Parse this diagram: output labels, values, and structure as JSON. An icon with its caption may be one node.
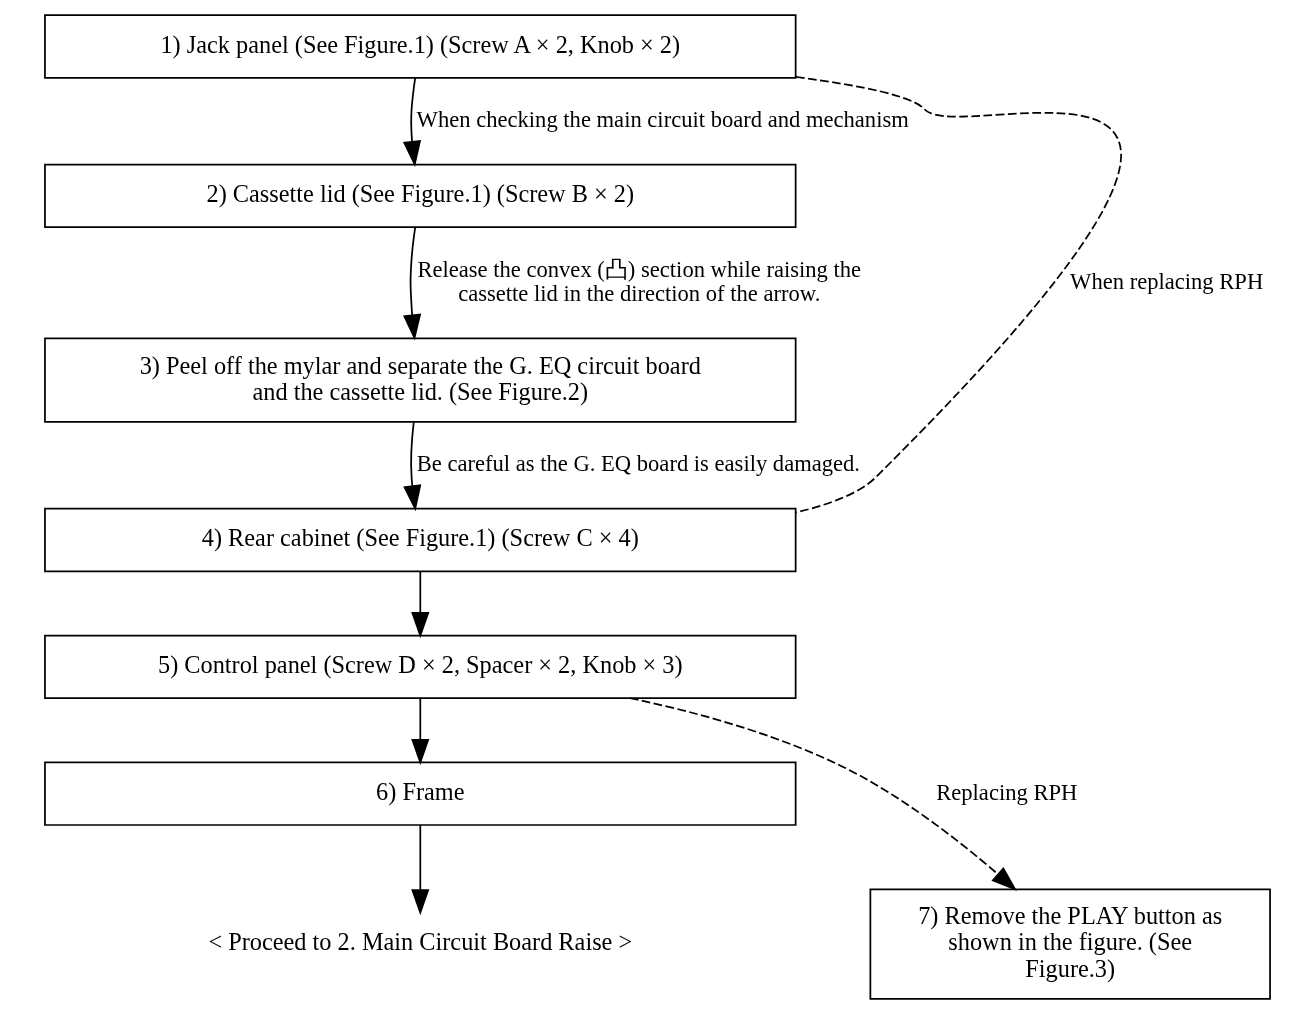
{
  "diagram": {
    "nodes": [
      {
        "text": [
          "1) Jack panel (See Figure.1) (Screw A × 2, Knob × 2)"
        ]
      },
      {
        "text": [
          "2) Cassette lid (See Figure.1) (Screw B × 2)"
        ]
      },
      {
        "text": [
          "3) Peel off the mylar and separate the G. EQ circuit board and the cassette lid. (See Figure.2)"
        ]
      },
      {
        "text": [
          "4) Rear cabinet (See Figure.1) (Screw C × 4)"
        ]
      },
      {
        "text": [
          "5) Control panel (Screw D × 2, Spacer × 2, Knob × 3)"
        ]
      },
      {
        "text": [
          "6) Frame"
        ]
      },
      {
        "text": [
          "< Proceed to 2. Main Circuit Board Raise >"
        ]
      },
      {
        "text": [
          "7) Remove the PLAY button as shown in the figure. (See Figure.3)"
        ]
      }
    ],
    "edges": [
      {
        "from": 0,
        "to": 1,
        "arrow": "to",
        "label": "When checking the main circuit board and mechanism"
      },
      {
        "from": 1,
        "to": 2,
        "arrow": "to",
        "label": "Release the convex (凸) section while raising the cassette lid in the direction of the arrow."
      },
      {
        "from": 2,
        "to": 3,
        "arrow": "to",
        "label": "Be careful as the G. EQ board is easily damaged."
      },
      {
        "from": 0,
        "to": 3,
        "arrow": "none",
        "style": "dashed",
        "label": "When replacing RPH"
      },
      {
        "from": 3,
        "to": 4,
        "arrow": "to"
      },
      {
        "from": 4,
        "to": 5,
        "arrow": "to"
      },
      {
        "from": 5,
        "to": 6,
        "arrow": "to"
      },
      {
        "from": 4,
        "to": 7,
        "arrow": "to",
        "style": "dashed",
        "label": "Replacing RPH"
      }
    ]
  }
}
